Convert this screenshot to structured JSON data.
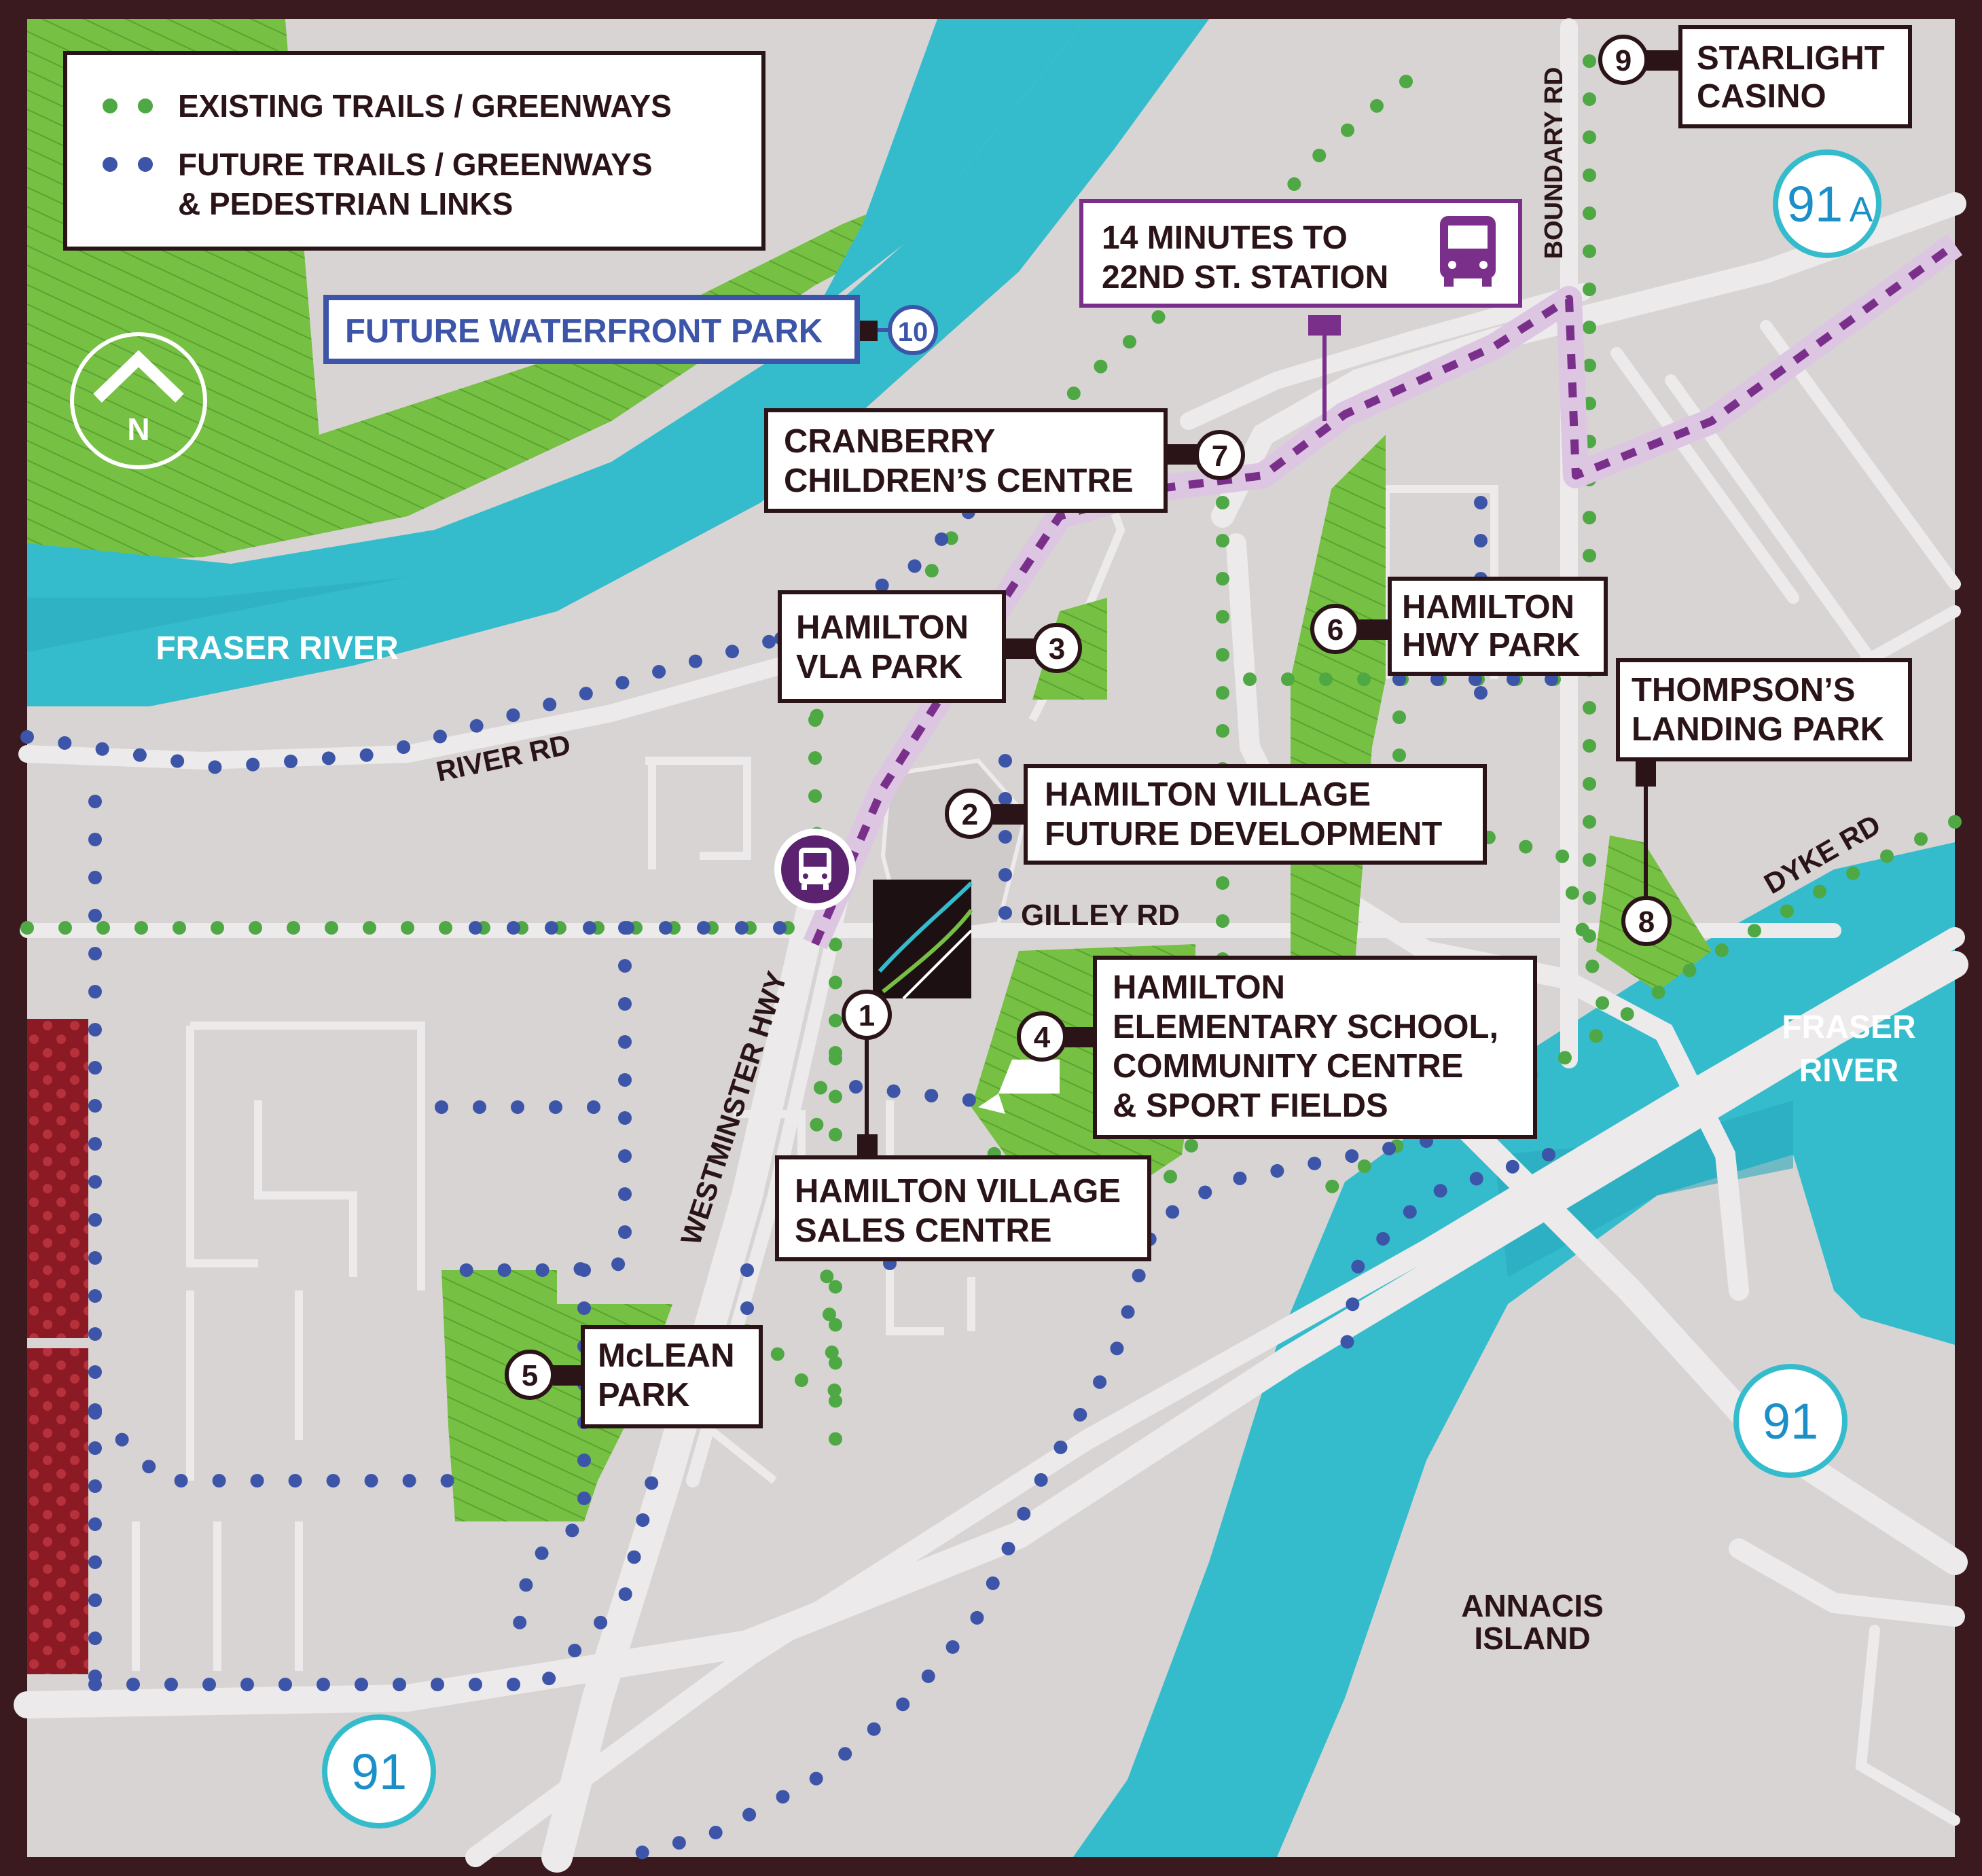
{
  "legend": {
    "existing": "EXISTING TRAILS / GREENWAYS",
    "future_line1": "FUTURE TRAILS / GREENWAYS",
    "future_line2": "& PEDESTRIAN LINKS"
  },
  "compass": {
    "letter": "N"
  },
  "colors": {
    "river": "#34bccc",
    "land": "#d8d4d3",
    "park": "#76c043",
    "existing_trail": "#4ea843",
    "future_trail": "#3c55a8",
    "transit": "#7a2f8a",
    "frame": "#3a1a1f",
    "rail": "#8b1a24"
  },
  "water_labels": {
    "fraser_west": "FRASER RIVER",
    "fraser_east_1": "FRASER",
    "fraser_east_2": "RIVER"
  },
  "island_label": {
    "line1": "ANNACIS",
    "line2": "ISLAND"
  },
  "roads": {
    "river_rd": "RIVER RD",
    "westminster_hwy": "WESTMINSTER HWY",
    "gilley_rd": "GILLEY RD",
    "boundary_rd": "BOUNDARY RD",
    "dyke_rd": "DYKE RD"
  },
  "highways": {
    "h91a_num": "91",
    "h91a_suffix": "A",
    "h91_east": "91",
    "h91_south": "91"
  },
  "transit_note": {
    "line1": "14 MINUTES TO",
    "line2": "22ND ST. STATION",
    "icon": "bus-icon"
  },
  "callouts": {
    "c1": {
      "num": "1",
      "line1": "HAMILTON VILLAGE",
      "line2": "SALES CENTRE"
    },
    "c2": {
      "num": "2",
      "line1": "HAMILTON VILLAGE",
      "line2": "FUTURE DEVELOPMENT"
    },
    "c3": {
      "num": "3",
      "line1": "HAMILTON",
      "line2": "VLA PARK"
    },
    "c4": {
      "num": "4",
      "line1": "HAMILTON",
      "line2": "ELEMENTARY SCHOOL,",
      "line3": "COMMUNITY CENTRE",
      "line4": "& SPORT FIELDS"
    },
    "c5": {
      "num": "5",
      "line1": "McLEAN",
      "line2": "PARK"
    },
    "c6": {
      "num": "6",
      "line1": "HAMILTON",
      "line2": "HWY PARK"
    },
    "c7": {
      "num": "7",
      "line1": "CRANBERRY",
      "line2": "CHILDREN’S CENTRE"
    },
    "c8": {
      "num": "8",
      "line1": "THOMPSON’S",
      "line2": "LANDING PARK"
    },
    "c9": {
      "num": "9",
      "line1": "STARLIGHT",
      "line2": "CASINO"
    },
    "c10": {
      "num": "10",
      "line1": "FUTURE WATERFRONT PARK"
    }
  }
}
